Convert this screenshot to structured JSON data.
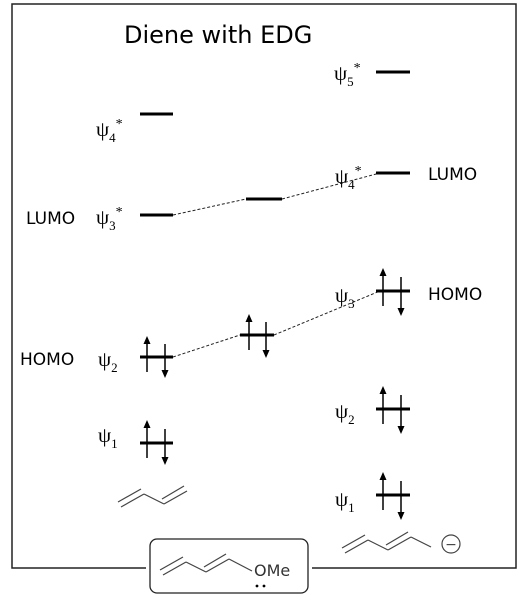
{
  "title": "Diene with EDG",
  "left_label_lumo": "LUMO",
  "left_label_homo": "HOMO",
  "right_label_lumo": "LUMO",
  "right_label_homo": "HOMO",
  "psi": {
    "left_psi4": {
      "base": "ψ",
      "sub": "4",
      "sup": "*"
    },
    "left_psi3": {
      "base": "ψ",
      "sub": "3",
      "sup": "*"
    },
    "left_psi2": {
      "base": "ψ",
      "sub": "2",
      "sup": ""
    },
    "left_psi1": {
      "base": "ψ",
      "sub": "1",
      "sup": ""
    },
    "right_psi5": {
      "base": "ψ",
      "sub": "5",
      "sup": "*"
    },
    "right_psi4": {
      "base": "ψ",
      "sub": "4",
      "sup": "*"
    },
    "right_psi3": {
      "base": "ψ",
      "sub": "3",
      "sup": ""
    },
    "right_psi2": {
      "base": "ψ",
      "sub": "2",
      "sup": ""
    },
    "right_psi1": {
      "base": "ψ",
      "sub": "1",
      "sup": ""
    }
  },
  "substituent_label": "OMe",
  "anion_charge_symbol": "−"
}
